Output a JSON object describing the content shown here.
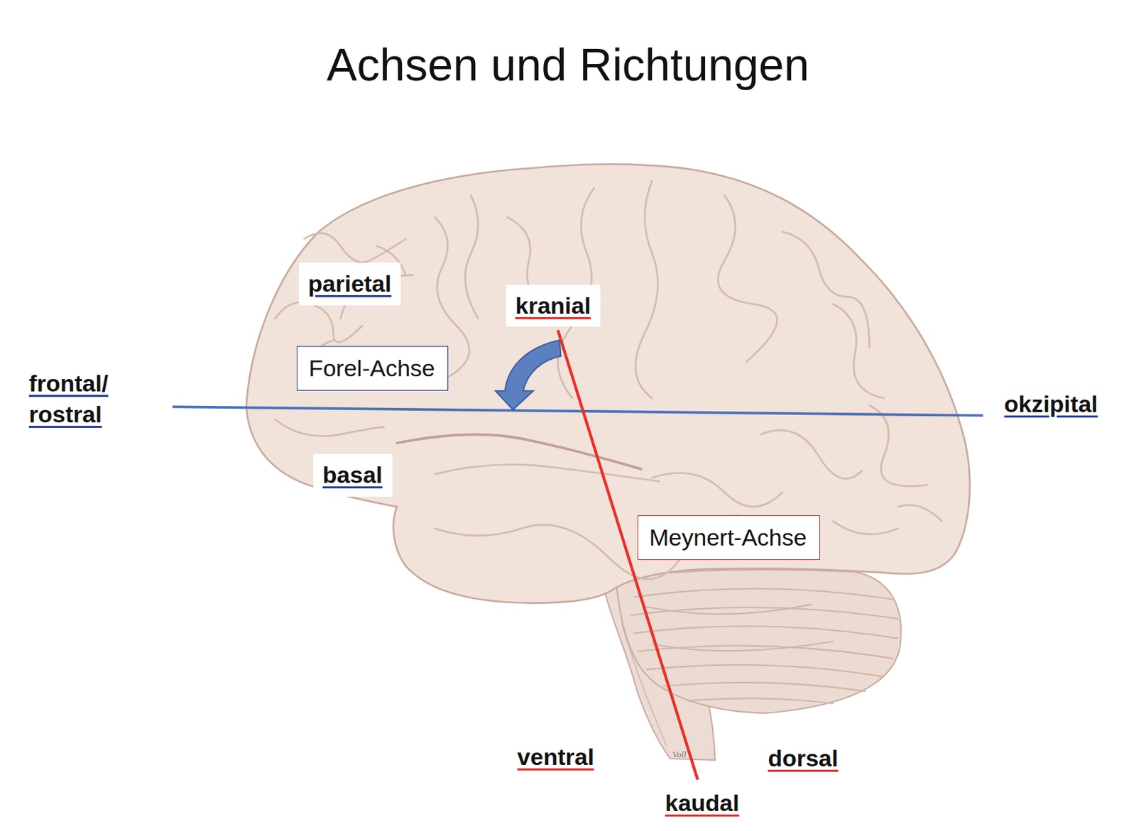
{
  "diagram": {
    "title": "Achsen und Richtungen",
    "nodes": [
      {
        "text": [
          "Forel-Achse"
        ]
      },
      {
        "text": [
          "Meynert-Achse"
        ]
      }
    ],
    "edges": [],
    "labels": [
      "parietal",
      "kranial",
      "frontal/ rostral",
      "basal",
      "okzipital",
      "ventral",
      "dorsal",
      "kaudal",
      "Voll"
    ]
  }
}
